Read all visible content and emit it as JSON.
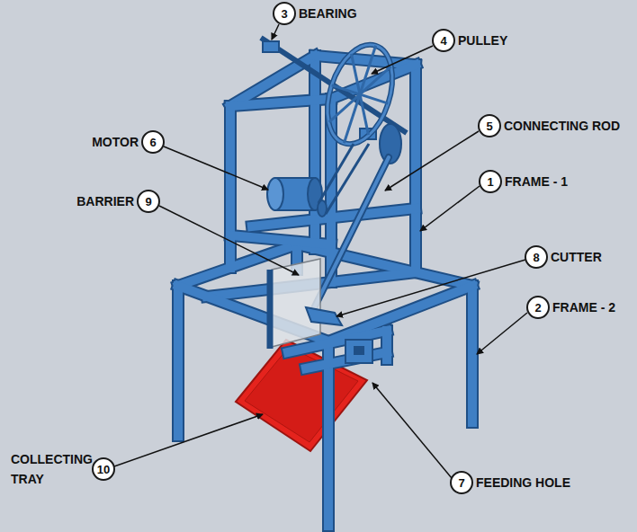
{
  "diagram": {
    "nodes": [
      {
        "text": [
          "3"
        ]
      },
      {
        "text": [
          "4"
        ]
      },
      {
        "text": [
          "5"
        ]
      },
      {
        "text": [
          "6"
        ]
      },
      {
        "text": [
          "1"
        ]
      },
      {
        "text": [
          "9"
        ]
      },
      {
        "text": [
          "8"
        ]
      },
      {
        "text": [
          "2"
        ]
      },
      {
        "text": [
          "10"
        ]
      },
      {
        "text": [
          "7"
        ]
      }
    ],
    "labels": [
      "BEARING",
      "PULLEY",
      "CONNECTING ROD",
      "MOTOR",
      "FRAME - 1",
      "BARRIER",
      "CUTTER",
      "FRAME - 2",
      "COLLECTING TRAY",
      "FEEDING HOLE"
    ]
  }
}
